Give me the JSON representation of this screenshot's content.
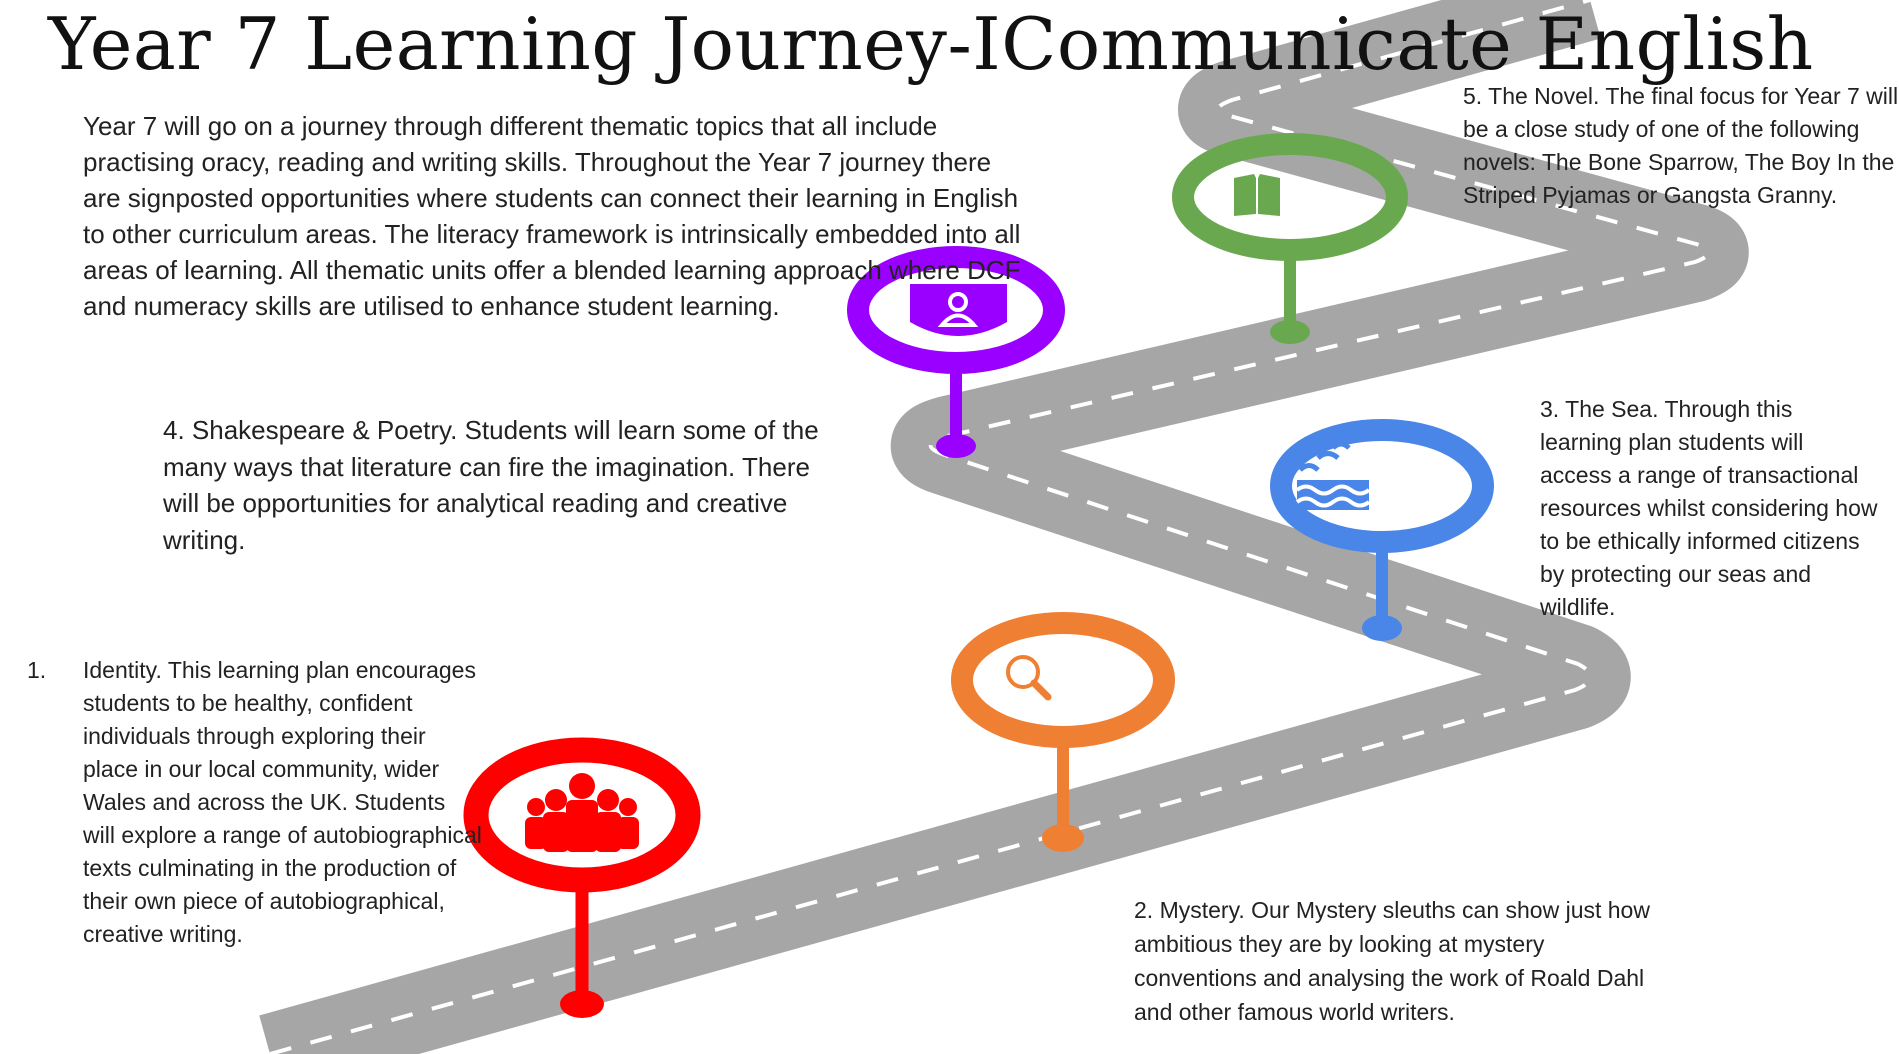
{
  "page": {
    "title": "Year 7 Learning Journey-ICommunicate English",
    "intro": "Year 7 will go on a journey through different thematic topics that all include practising oracy, reading and writing skills. Throughout the Year 7 journey there are signposted opportunities where students can connect their learning in English to other curriculum areas. The literacy framework is intrinsically embedded into all areas of learning. All thematic units offer a blended learning approach where DCF and numeracy skills are utilised to enhance student learning."
  },
  "milestones": [
    {
      "number": "1.",
      "text": "Identity. This learning plan encourages students to be healthy, confident individuals through exploring their place in our local community, wider Wales and across the UK. Students will explore a range of autobiographical texts culminating in the production of their own piece of autobiographical, creative writing.",
      "color": "#ff0000",
      "icon": "people-group-icon"
    },
    {
      "text": "2. Mystery. Our Mystery sleuths can show just how ambitious they are by looking at mystery conventions and analysing the work of Roald Dahl and other famous world writers.",
      "color": "#ef7f32",
      "icon": "magnifying-glass-icon"
    },
    {
      "text": "3. The Sea. Through this learning plan students will access a range of transactional resources whilst considering how to be ethically informed citizens by protecting our seas and wildlife.",
      "color": "#4a86e8",
      "icon": "sea-waves-icon"
    },
    {
      "text": "4. Shakespeare & Poetry. Students will learn some of the many ways that literature can fire the imagination. There will be opportunities for analytical reading and creative writing.",
      "color": "#9900ff",
      "icon": "shield-person-icon"
    },
    {
      "text": "5. The Novel. The final focus for Year 7 will be a close study of one of the following novels: The Bone Sparrow, The Boy In the Striped Pyjamas or Gangsta Granny.",
      "color": "#6aa84f",
      "icon": "book-icon"
    }
  ],
  "colors": {
    "road": "#a6a6a6",
    "road_dash": "#ffffff"
  }
}
